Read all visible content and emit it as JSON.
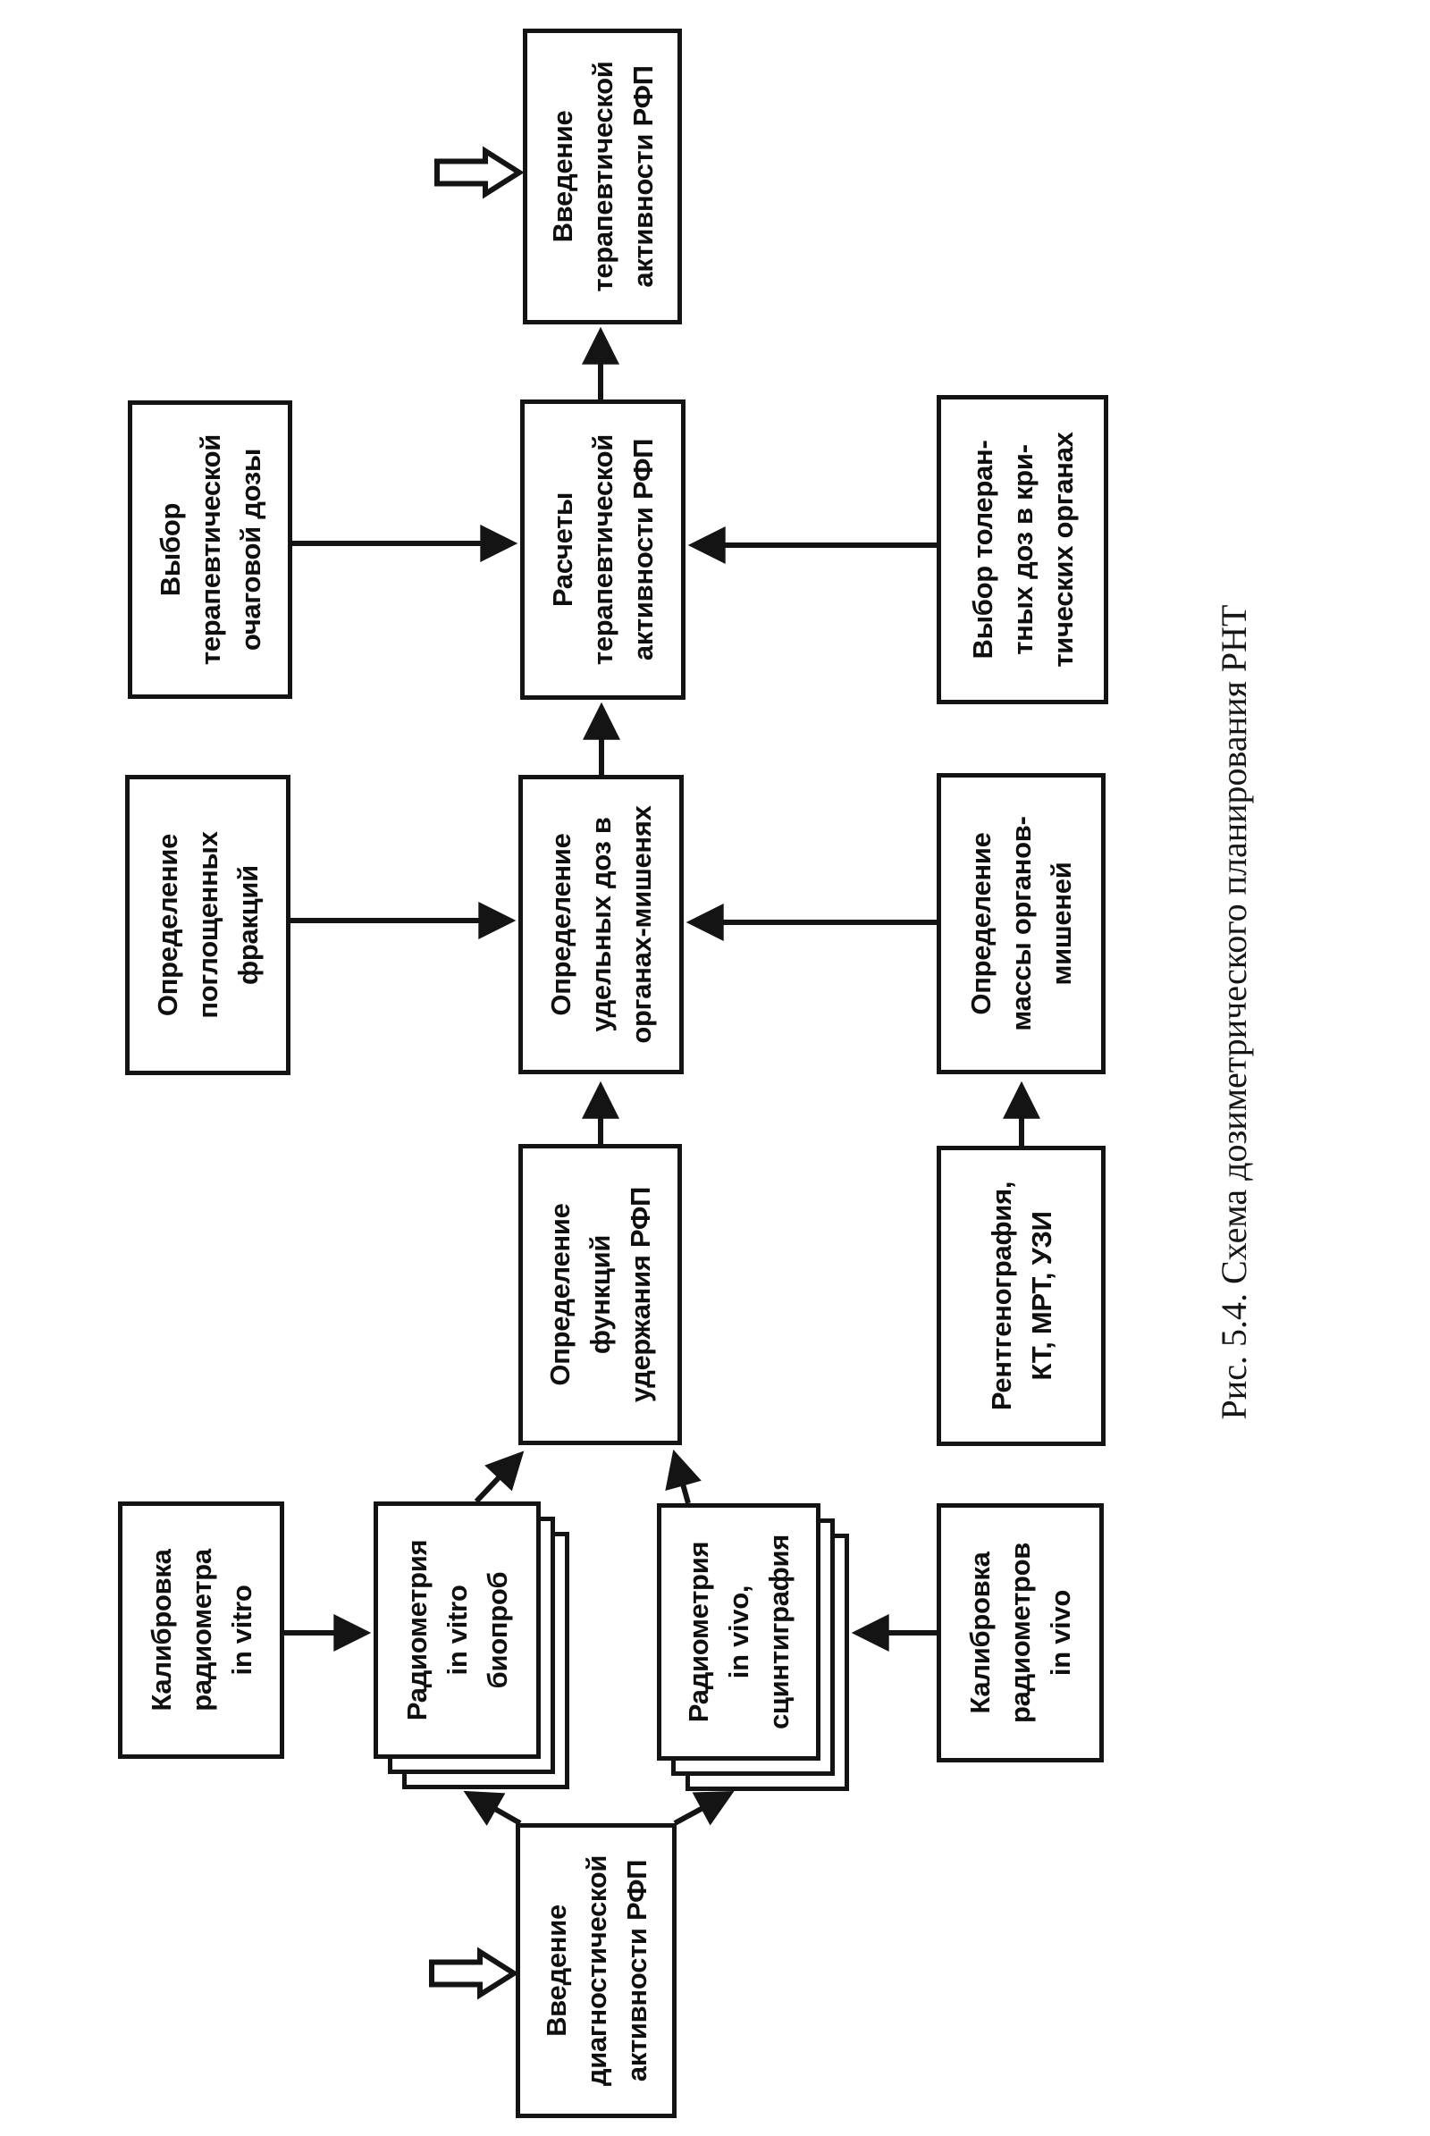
{
  "figure": {
    "caption": "Рис. 5.4. Схема дозиметрического планирования РНТ"
  },
  "colors": {
    "ink": "#141414",
    "paper": "#ffffff"
  },
  "nodes": {
    "inject_diagnostic": {
      "label": "Введение\nдиагностической\nактивности РФП"
    },
    "calib_vitro": {
      "label": "Калибровка\nрадиометра\nin vitro"
    },
    "radiometry_vitro": {
      "label": "Радиометрия\nin vitro\nбиопроб"
    },
    "radiometry_vivo": {
      "label": "Радиометрия\nin vivo,\nсцинтиграфия"
    },
    "calib_vivo": {
      "label": "Калибровка\nрадиометров\nin vivo"
    },
    "retention": {
      "label": "Определение\nфункций\nудержания РФП"
    },
    "imaging": {
      "label": "Рентгенография,\nКТ, МРТ, УЗИ"
    },
    "absorbed_fractions": {
      "label": "Определение\nпоглощенных\nфракций"
    },
    "specific_doses": {
      "label": "Определение\nудельных доз в\nорганах-мишенях"
    },
    "organ_mass": {
      "label": "Определение\nмассы органов-\nмишеней"
    },
    "choose_focal_dose": {
      "label": "Выбор\nтерапевтической\nочаговой дозы"
    },
    "calc_therapeutic": {
      "label": "Расчеты\nтерапевтической\nактивности РФП"
    },
    "tolerant_doses": {
      "label": "Выбор толеран-\nтных доз в кри-\nтических органах"
    },
    "inject_therapeutic": {
      "label": "Введение\nтерапевтической\nактивности РФП"
    }
  }
}
